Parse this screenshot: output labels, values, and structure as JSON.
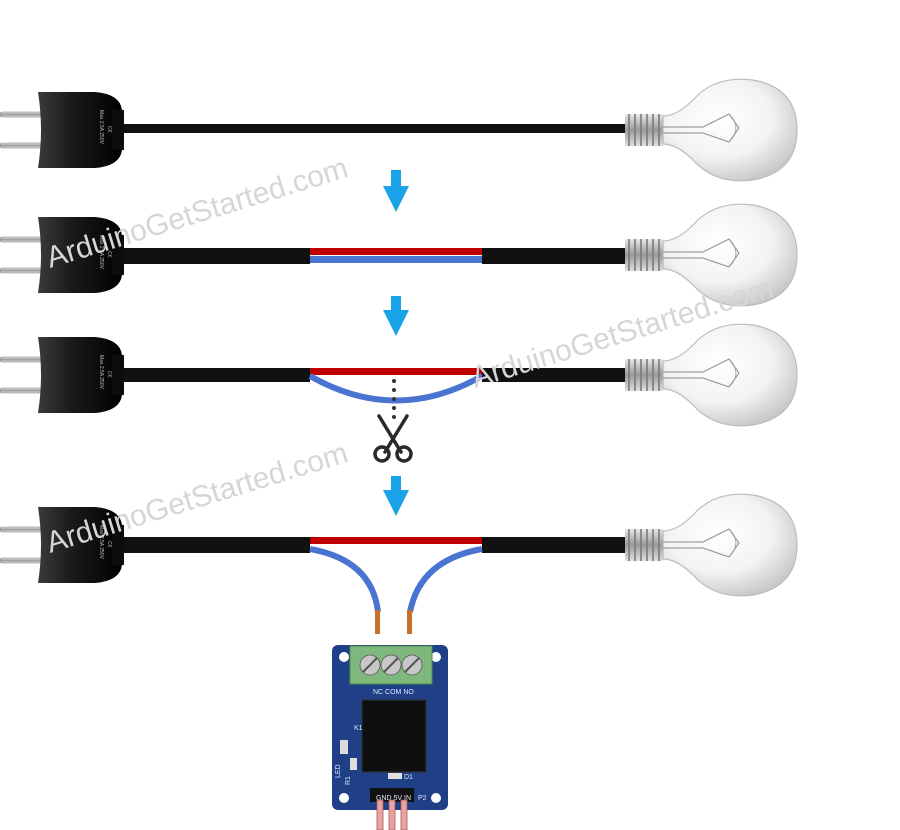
{
  "watermark": "ArduinoGetStarted.com",
  "plug_marks": {
    "ce": "C€",
    "rating": "Max 2.5A 250V"
  },
  "relay": {
    "terminal_labels": "NC COM NO",
    "pin_labels": "GND 5V IN",
    "component_labels": [
      "K1",
      "D1",
      "R1",
      "P2",
      "LED"
    ]
  },
  "colors": {
    "cable": "#111111",
    "live_wire": "#c00000",
    "neutral_wire": "#4a74d1",
    "arrow": "#1aa3e8",
    "relay_board": "#1f3f86",
    "terminal_block": "#7fb87c"
  },
  "icons": [
    "down-arrow-icon",
    "scissors-icon",
    "plug-icon",
    "light-bulb-icon"
  ]
}
